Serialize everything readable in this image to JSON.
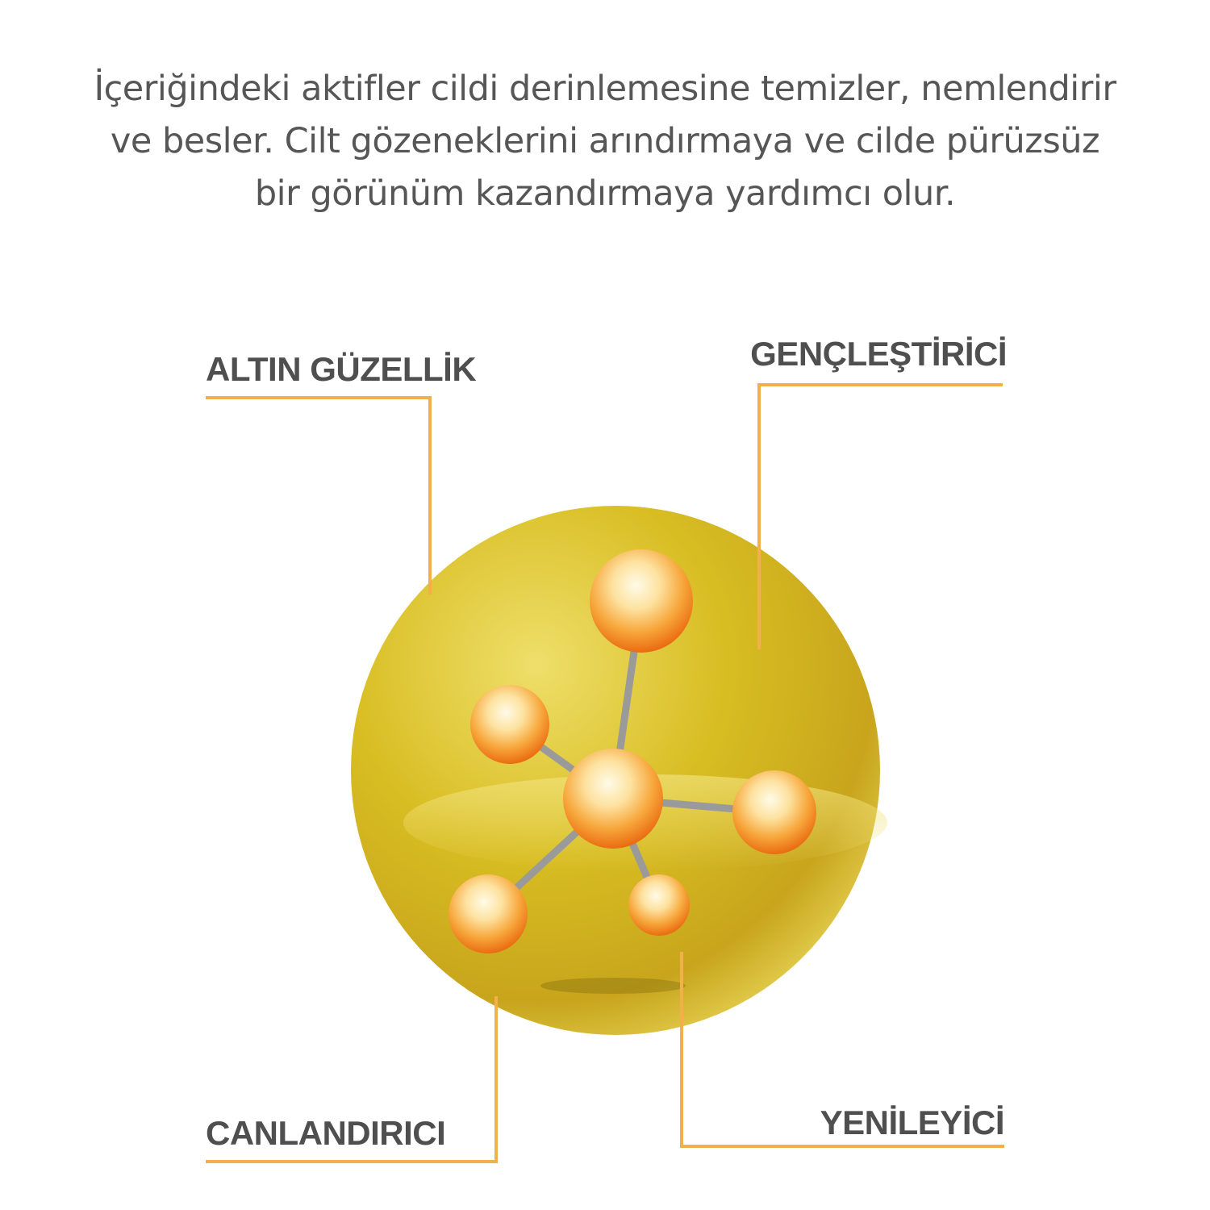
{
  "intro": {
    "lines": [
      "İçeriğindeki aktifler cildi derinlemesine temizler, nemlendirir",
      "ve besler. Cilt gözeneklerini arındırmaya ve cilde pürüzsüz",
      "bir görünüm kazandırmaya yardımcı olur."
    ]
  },
  "labels": {
    "top_left": "ALTIN GÜZELLİK",
    "top_right": "GENÇLEŞTİRİCİ",
    "bottom_left": "CANLANDIRICI",
    "bottom_right": "YENİLEYİCİ"
  },
  "colors": {
    "accent_line": "#f2b04a",
    "text": "#555555",
    "sphere": "#d9bf2a",
    "atom": "#f08a1c"
  }
}
